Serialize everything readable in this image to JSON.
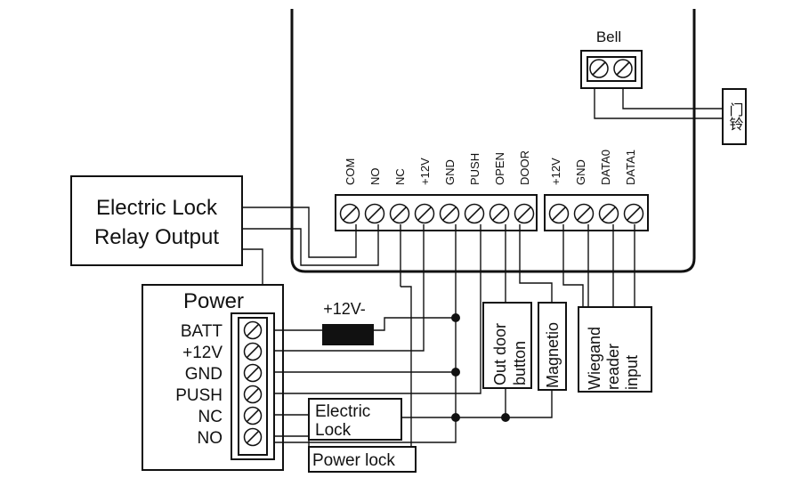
{
  "bell": {
    "label": "Bell",
    "chinese_label": "门铃"
  },
  "controller": {
    "main_terminals": [
      "COM",
      "NO",
      "NC",
      "+12V",
      "GND",
      "PUSH",
      "OPEN",
      "DOOR"
    ],
    "wiegand_terminals": [
      "+12V",
      "GND",
      "DATA0",
      "DATA1"
    ]
  },
  "relay_output": {
    "line1": "Electric Lock",
    "line2": "Relay Output"
  },
  "power": {
    "title": "Power",
    "terminals": [
      "BATT",
      "+12V",
      "GND",
      "PUSH",
      "NC",
      "NO"
    ]
  },
  "battery": {
    "label": "+12V-"
  },
  "devices": {
    "out_door_button": {
      "line1": "Out door",
      "line2": "button"
    },
    "magnetio": {
      "line1": "Magnetio"
    },
    "wiegand": {
      "line1": "Wiegand",
      "line2": "reader",
      "line3": "input"
    },
    "electric_lock": {
      "line1": "Electric",
      "line2": "Lock"
    },
    "power_lock": {
      "line1": "Power lock"
    }
  }
}
